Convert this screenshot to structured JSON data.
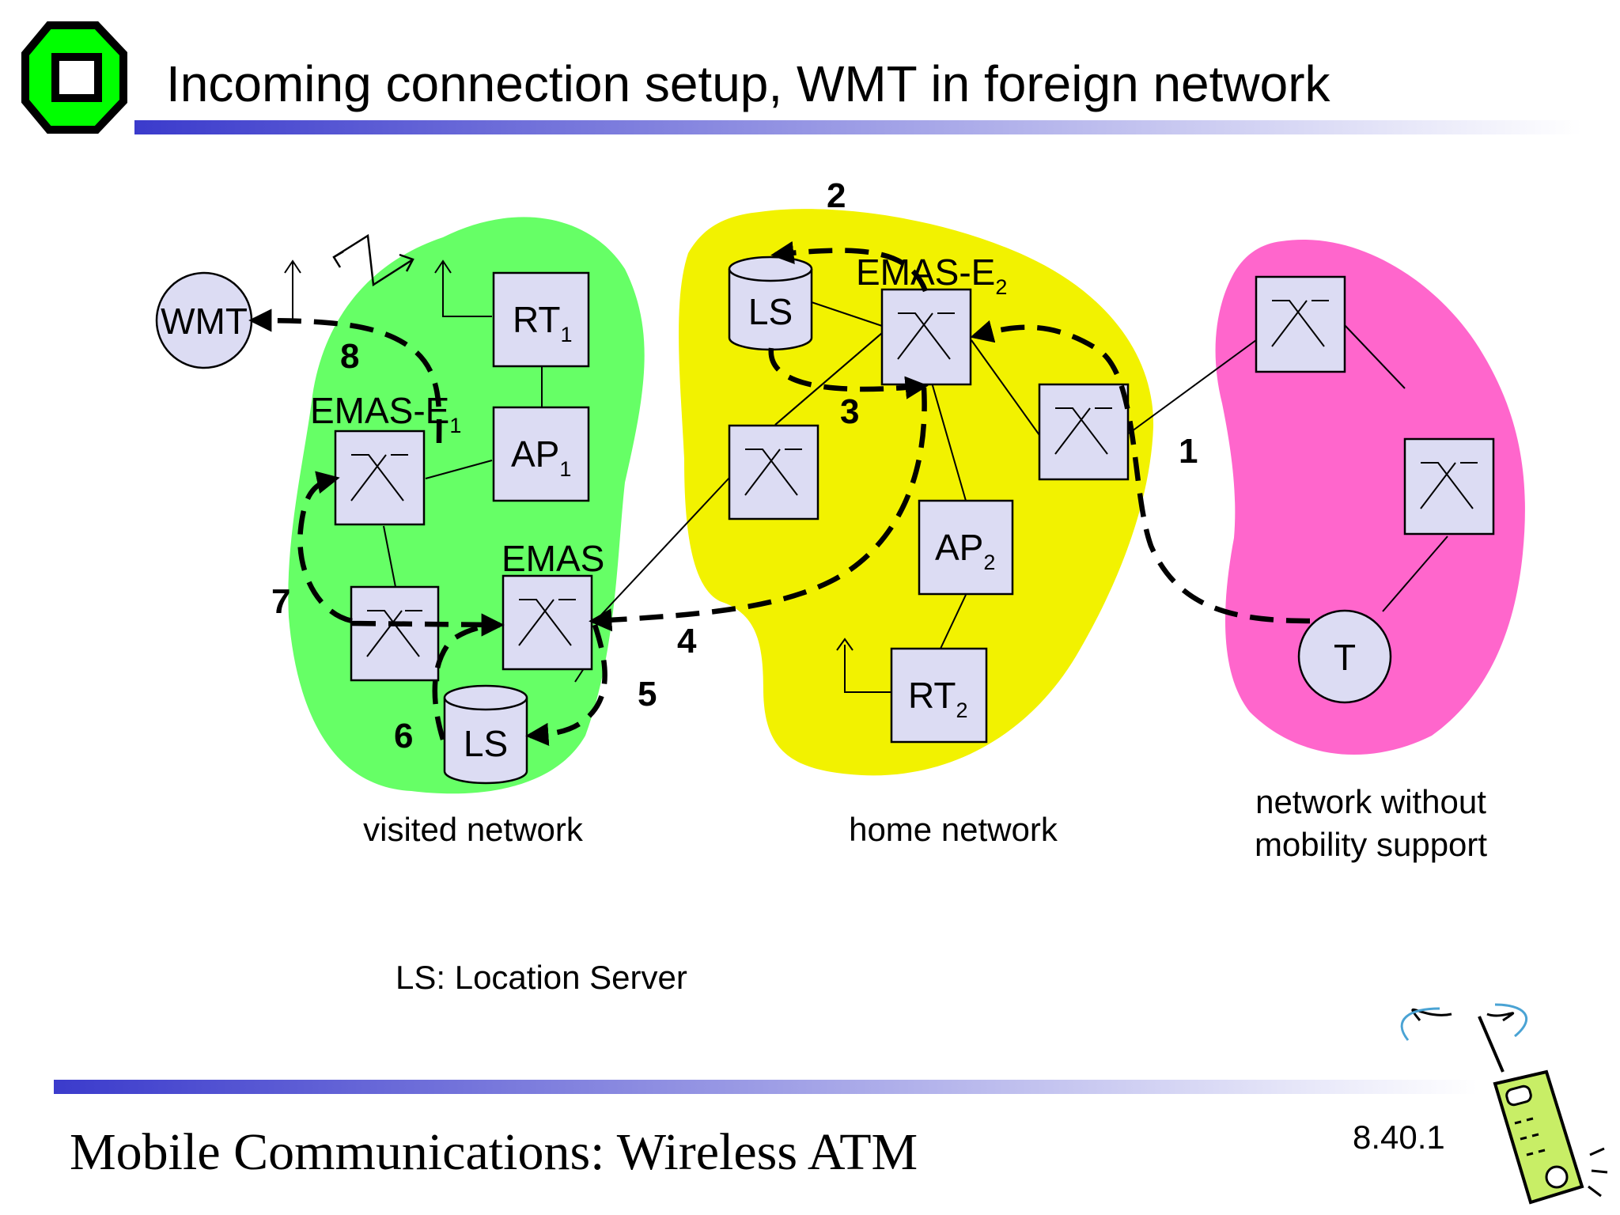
{
  "title": "Incoming connection setup, WMT in foreign network",
  "footer": {
    "course": "Mobile Communications: Wireless ATM",
    "slide_number": "8.40.1"
  },
  "colors": {
    "visited_network": "#66ff66",
    "home_network": "#f2f200",
    "foreign_network": "#ff66cc",
    "node_fill": "#dcdcf3",
    "title_bar": "#3b3bcc",
    "logo": "#00ff00"
  },
  "nodes": {
    "wmt": "WMT",
    "rt1": "RT",
    "rt1_sub": "1",
    "ap1": "AP",
    "ap1_sub": "1",
    "emas_e1": "EMAS-E",
    "emas_e1_sub": "1",
    "emas": "EMAS",
    "ls_visited": "LS",
    "ls_home": "LS",
    "emas_e2": "EMAS-E",
    "emas_e2_sub": "2",
    "ap2": "AP",
    "ap2_sub": "2",
    "rt2": "RT",
    "rt2_sub": "2",
    "t": "T"
  },
  "steps": [
    "1",
    "2",
    "3",
    "4",
    "5",
    "6",
    "7",
    "8"
  ],
  "captions": {
    "visited": "visited network",
    "home": "home network",
    "foreign_line1": "network without",
    "foreign_line2": "mobility support"
  },
  "legend": "LS: Location Server",
  "icons": [
    "university-logo-icon",
    "switch-icon",
    "database-icon",
    "antenna-icon",
    "mobile-phone-icon"
  ]
}
